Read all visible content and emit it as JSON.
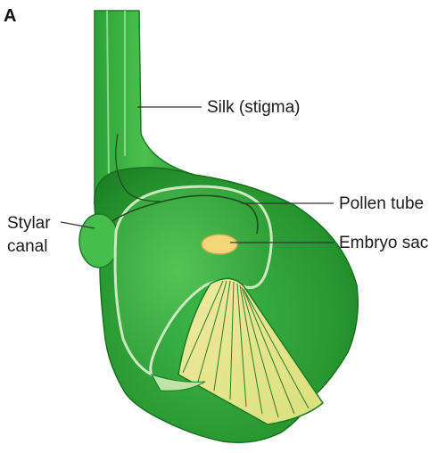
{
  "panel_letter": "A",
  "labels": {
    "silk": "Silk (stigma)",
    "pollen_tube": "Pollen tube",
    "embryo_sac": "Embryo sac",
    "stylar_line1": "Stylar",
    "stylar_line2": "canal"
  },
  "colors": {
    "tissue_dark": "#1f8a2a",
    "tissue_mid": "#2fa83a",
    "tissue_light": "#5cc95a",
    "cavity": "#3cb247",
    "canal_line": "#c9e8b8",
    "embryo_sac": "#f2d77a",
    "fan_yellow": "#e9e394",
    "fan_green": "#7fbf4e",
    "leader": "#333333"
  }
}
